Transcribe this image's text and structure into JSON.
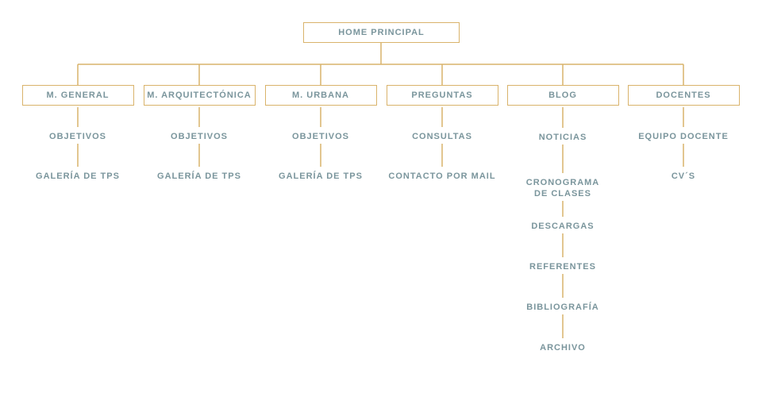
{
  "colors": {
    "line": "#d9b36b",
    "text": "#7a959c",
    "background": "#ffffff"
  },
  "root": {
    "label": "HOME PRINCIPAL"
  },
  "branches": [
    {
      "label": "M. GENERAL",
      "items": [
        "OBJETIVOS",
        "GALERÍA DE TPS"
      ]
    },
    {
      "label": "M. ARQUITECTÓNICA",
      "items": [
        "OBJETIVOS",
        "GALERÍA DE TPS"
      ]
    },
    {
      "label": "M. URBANA",
      "items": [
        "OBJETIVOS",
        "GALERÍA DE TPS"
      ]
    },
    {
      "label": "PREGUNTAS",
      "items": [
        "CONSULTAS",
        "CONTACTO POR MAIL"
      ]
    },
    {
      "label": "BLOG",
      "items": [
        "NOTICIAS",
        "CRONOGRAMA\nDE CLASES",
        "DESCARGAS",
        "REFERENTES",
        "BIBLIOGRAFÍA",
        "ARCHIVO"
      ]
    },
    {
      "label": "DOCENTES",
      "items": [
        "EQUIPO DOCENTE",
        "CV´S"
      ]
    }
  ]
}
